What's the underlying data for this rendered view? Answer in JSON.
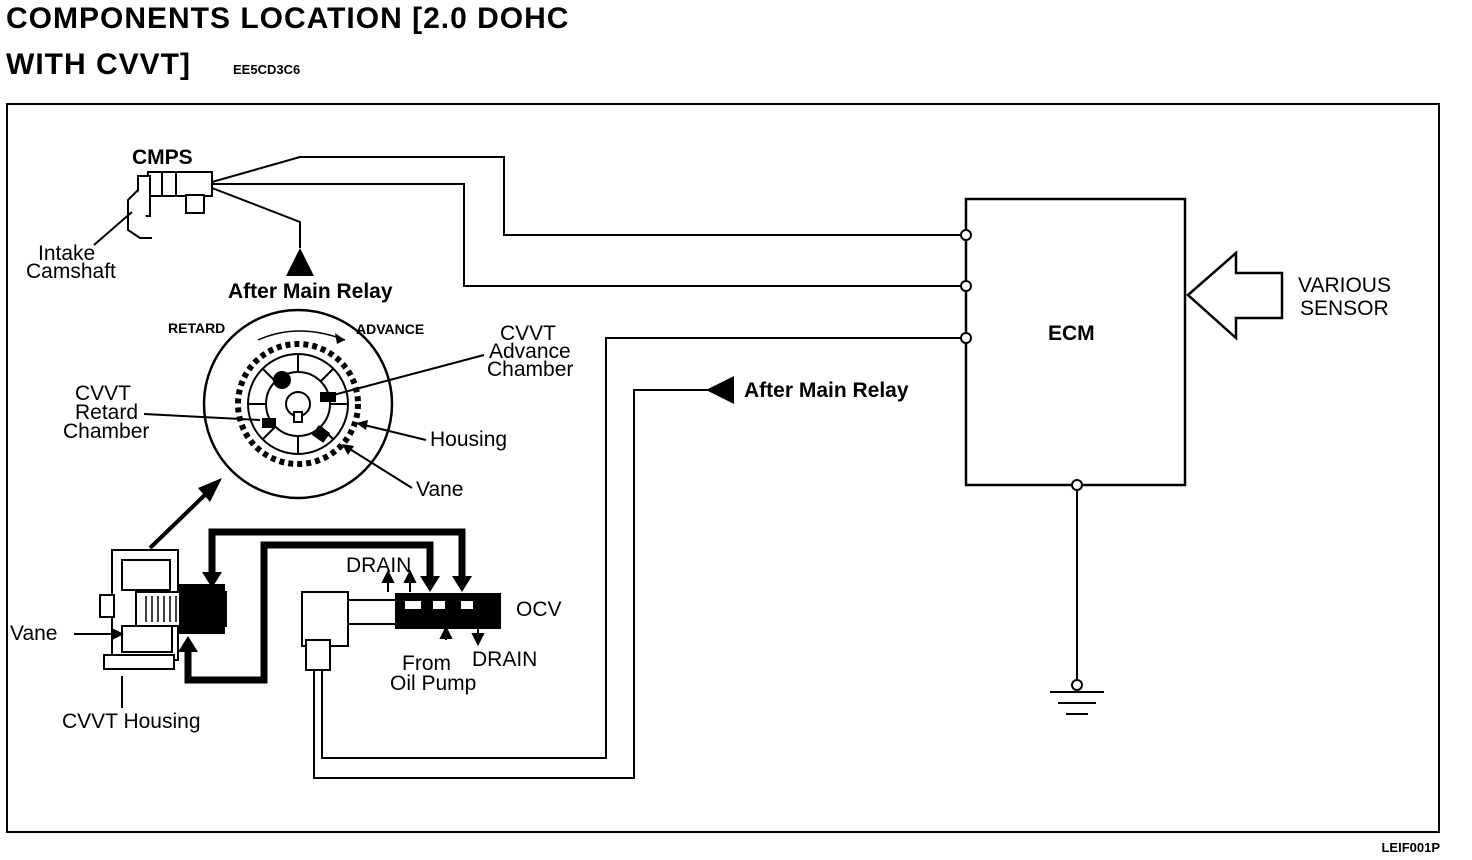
{
  "header": {
    "title_line1": "COMPONENTS LOCATION [2.0 DOHC",
    "title_line2": "WITH CVVT]",
    "code": "EE5CD3C6"
  },
  "labels": {
    "cmps": "CMPS",
    "intake_line1": "Intake",
    "intake_line2": "Camshaft",
    "after_main_relay_top": "After Main Relay",
    "after_main_relay_mid": "After Main Relay",
    "retard": "RETARD",
    "advance": "ADVANCE",
    "cvvt_adv_1": "CVVT",
    "cvvt_adv_2": "Advance",
    "cvvt_adv_3": "Chamber",
    "cvvt_ret_1": "CVVT",
    "cvvt_ret_2": "Retard",
    "cvvt_ret_3": "Chamber",
    "housing": "Housing",
    "vane_right": "Vane",
    "vane_left": "Vane",
    "cvvt_housing": "CVVT Housing",
    "drain_top": "DRAIN",
    "ocv": "OCV",
    "from_1": "From",
    "from_2": "Oil Pump",
    "drain_bottom": "DRAIN",
    "ecm": "ECM",
    "various_1": "VARIOUS",
    "various_2": "SENSOR"
  },
  "footer": {
    "figure_code": "LEIF001P"
  }
}
